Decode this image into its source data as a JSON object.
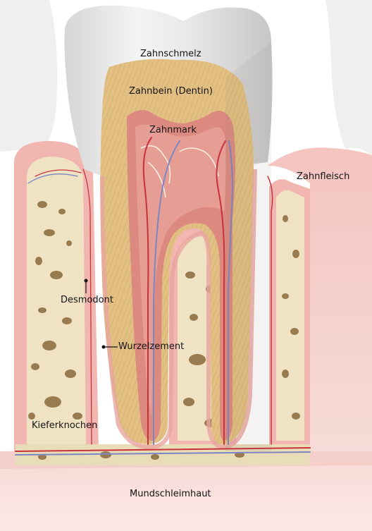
{
  "labels": {
    "enamel": "Zahnschmelz",
    "dentin": "Zahnbein (Dentin)",
    "pulp": "Zahnmark",
    "gum": "Zahnfleisch",
    "periodontium": "Desmodont",
    "cementum": "Wurzelzement",
    "jawbone": "Kieferknochen",
    "mucosa": "Mundschleimhaut"
  },
  "colors": {
    "enamel": "#e4e4e4",
    "dentin": "#e2c083",
    "pulp": "#dc8a80",
    "gum": "#f1b7b1",
    "bone": "#eee3c4",
    "bone_pore": "#8b6a3c",
    "artery": "#c8323a",
    "vein": "#7d86c4"
  }
}
